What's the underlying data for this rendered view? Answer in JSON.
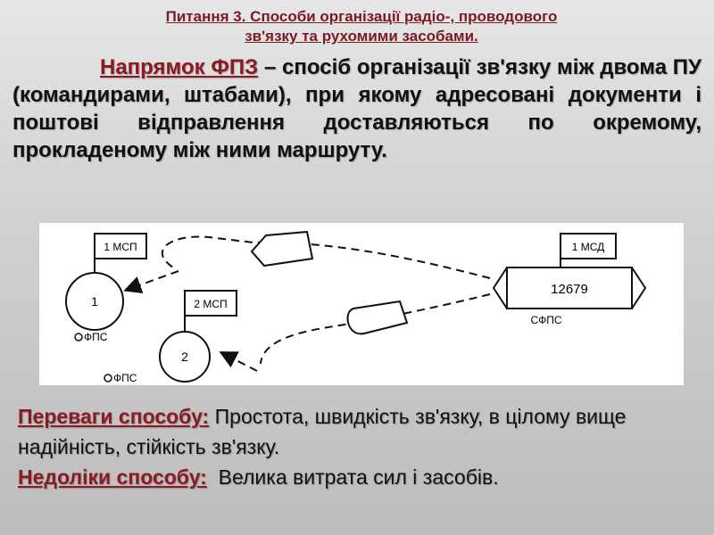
{
  "title": {
    "line1": "Питання 3. Способи організації радіо-,  проводового",
    "line2": "зв'язку та рухомими засобами."
  },
  "definition": {
    "term": "Напрямок ФПЗ",
    "text": " – спосіб організації зв'язку між двома ПУ (командирами, штабами), при якому адресовані документи і поштові відправлення доставляються по окремому, прокладеному між ними маршруту."
  },
  "diagram": {
    "node1": {
      "number": "1",
      "flag": "1 МСП",
      "label": "ФПС"
    },
    "node2": {
      "number": "2",
      "flag": "2 МСП",
      "label": "ФПС"
    },
    "hub": {
      "number": "12679",
      "flag": "1 МСД",
      "label": "СФПС"
    }
  },
  "advantages": {
    "label": "Переваги способу:",
    "text": " Простота, швидкість зв'язку, в цілому вище надійність, стійкість зв'язку."
  },
  "disadvantages": {
    "label": "Недоліки способу:",
    "text": "  Велика витрата сил і засобів."
  }
}
